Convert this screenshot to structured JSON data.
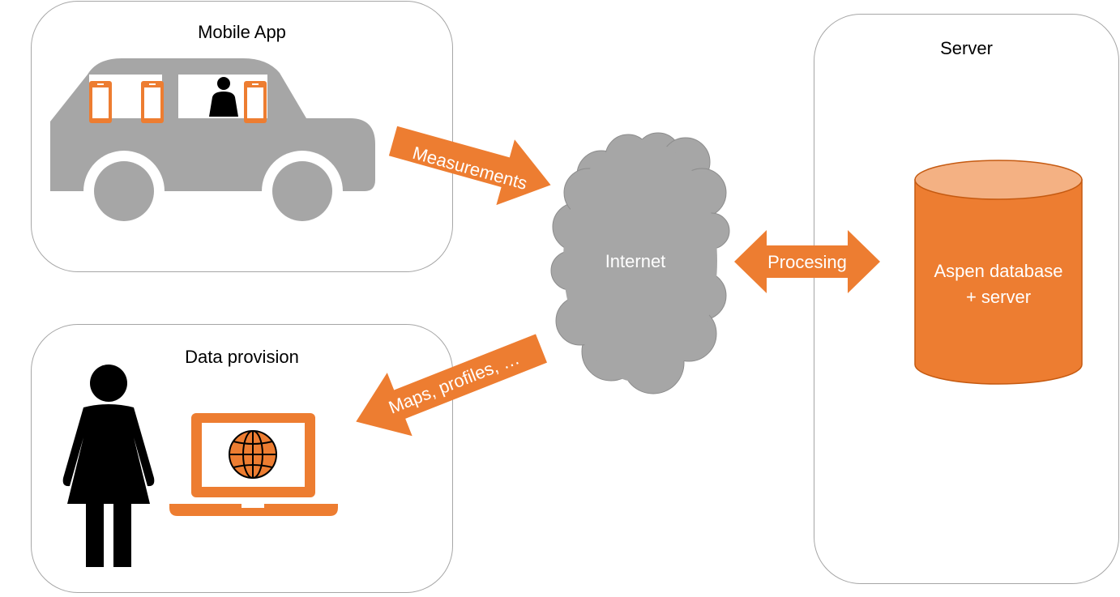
{
  "panels": {
    "mobile_app": {
      "title": "Mobile App"
    },
    "data_provision": {
      "title": "Data provision"
    },
    "server": {
      "title": "Server"
    }
  },
  "nodes": {
    "internet": "Internet",
    "database_line1": "Aspen database",
    "database_line2": "+ server"
  },
  "arrows": {
    "measurements": "Measurements",
    "processing": "Procesing",
    "maps": "Maps, profiles, …"
  },
  "icons": [
    "car-icon",
    "phone-icon",
    "person-icon",
    "woman-icon",
    "laptop-icon",
    "globe-icon",
    "cloud-icon",
    "database-icon"
  ],
  "colors": {
    "accent": "#ed7d31",
    "accent_light": "#f4b183",
    "gray": "#a6a6a6",
    "black": "#000000"
  }
}
